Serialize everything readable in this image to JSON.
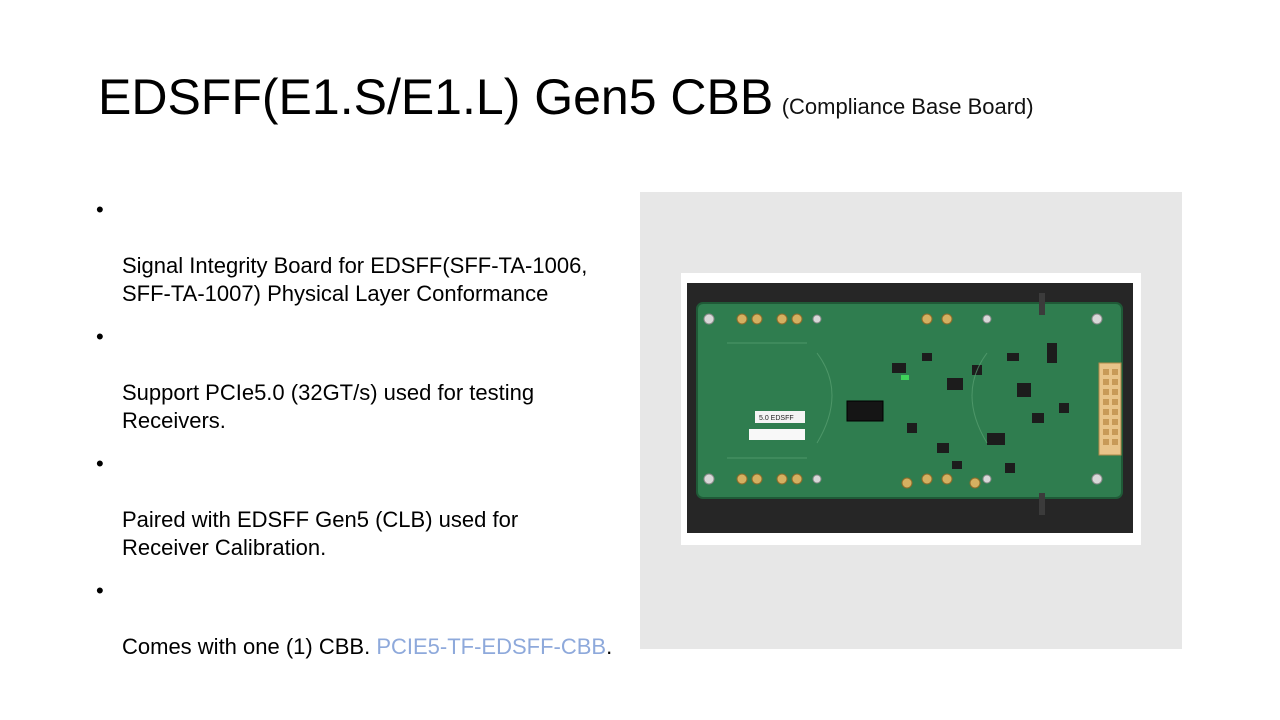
{
  "slide": {
    "title": "EDSFF(E1.S/E1.L) Gen5 CBB",
    "subtitle": "(Compliance Base Board)"
  },
  "bullets": [
    {
      "text": "Signal Integrity Board for EDSFF(SFF-TA-1006,\nSFF-TA-1007) Physical Layer Conformance"
    },
    {
      "text": "Support PCIe5.0 (32GT/s) used for testing\nReceivers."
    },
    {
      "text": "Paired with EDSFF Gen5 (CLB) used for\nReceiver Calibration."
    },
    {
      "text_before": "Comes with one (1) CBB. ",
      "link": "PCIE5-TF-EDSFF-CBB",
      "text_after": "."
    }
  ],
  "image": {
    "description_icon": "pcb-board-photo",
    "board_label": "5.0 EDSFF"
  },
  "colors": {
    "link": "#8ea9db",
    "panel_bg": "#e7e7e7",
    "board_green": "#2f7d4f"
  }
}
